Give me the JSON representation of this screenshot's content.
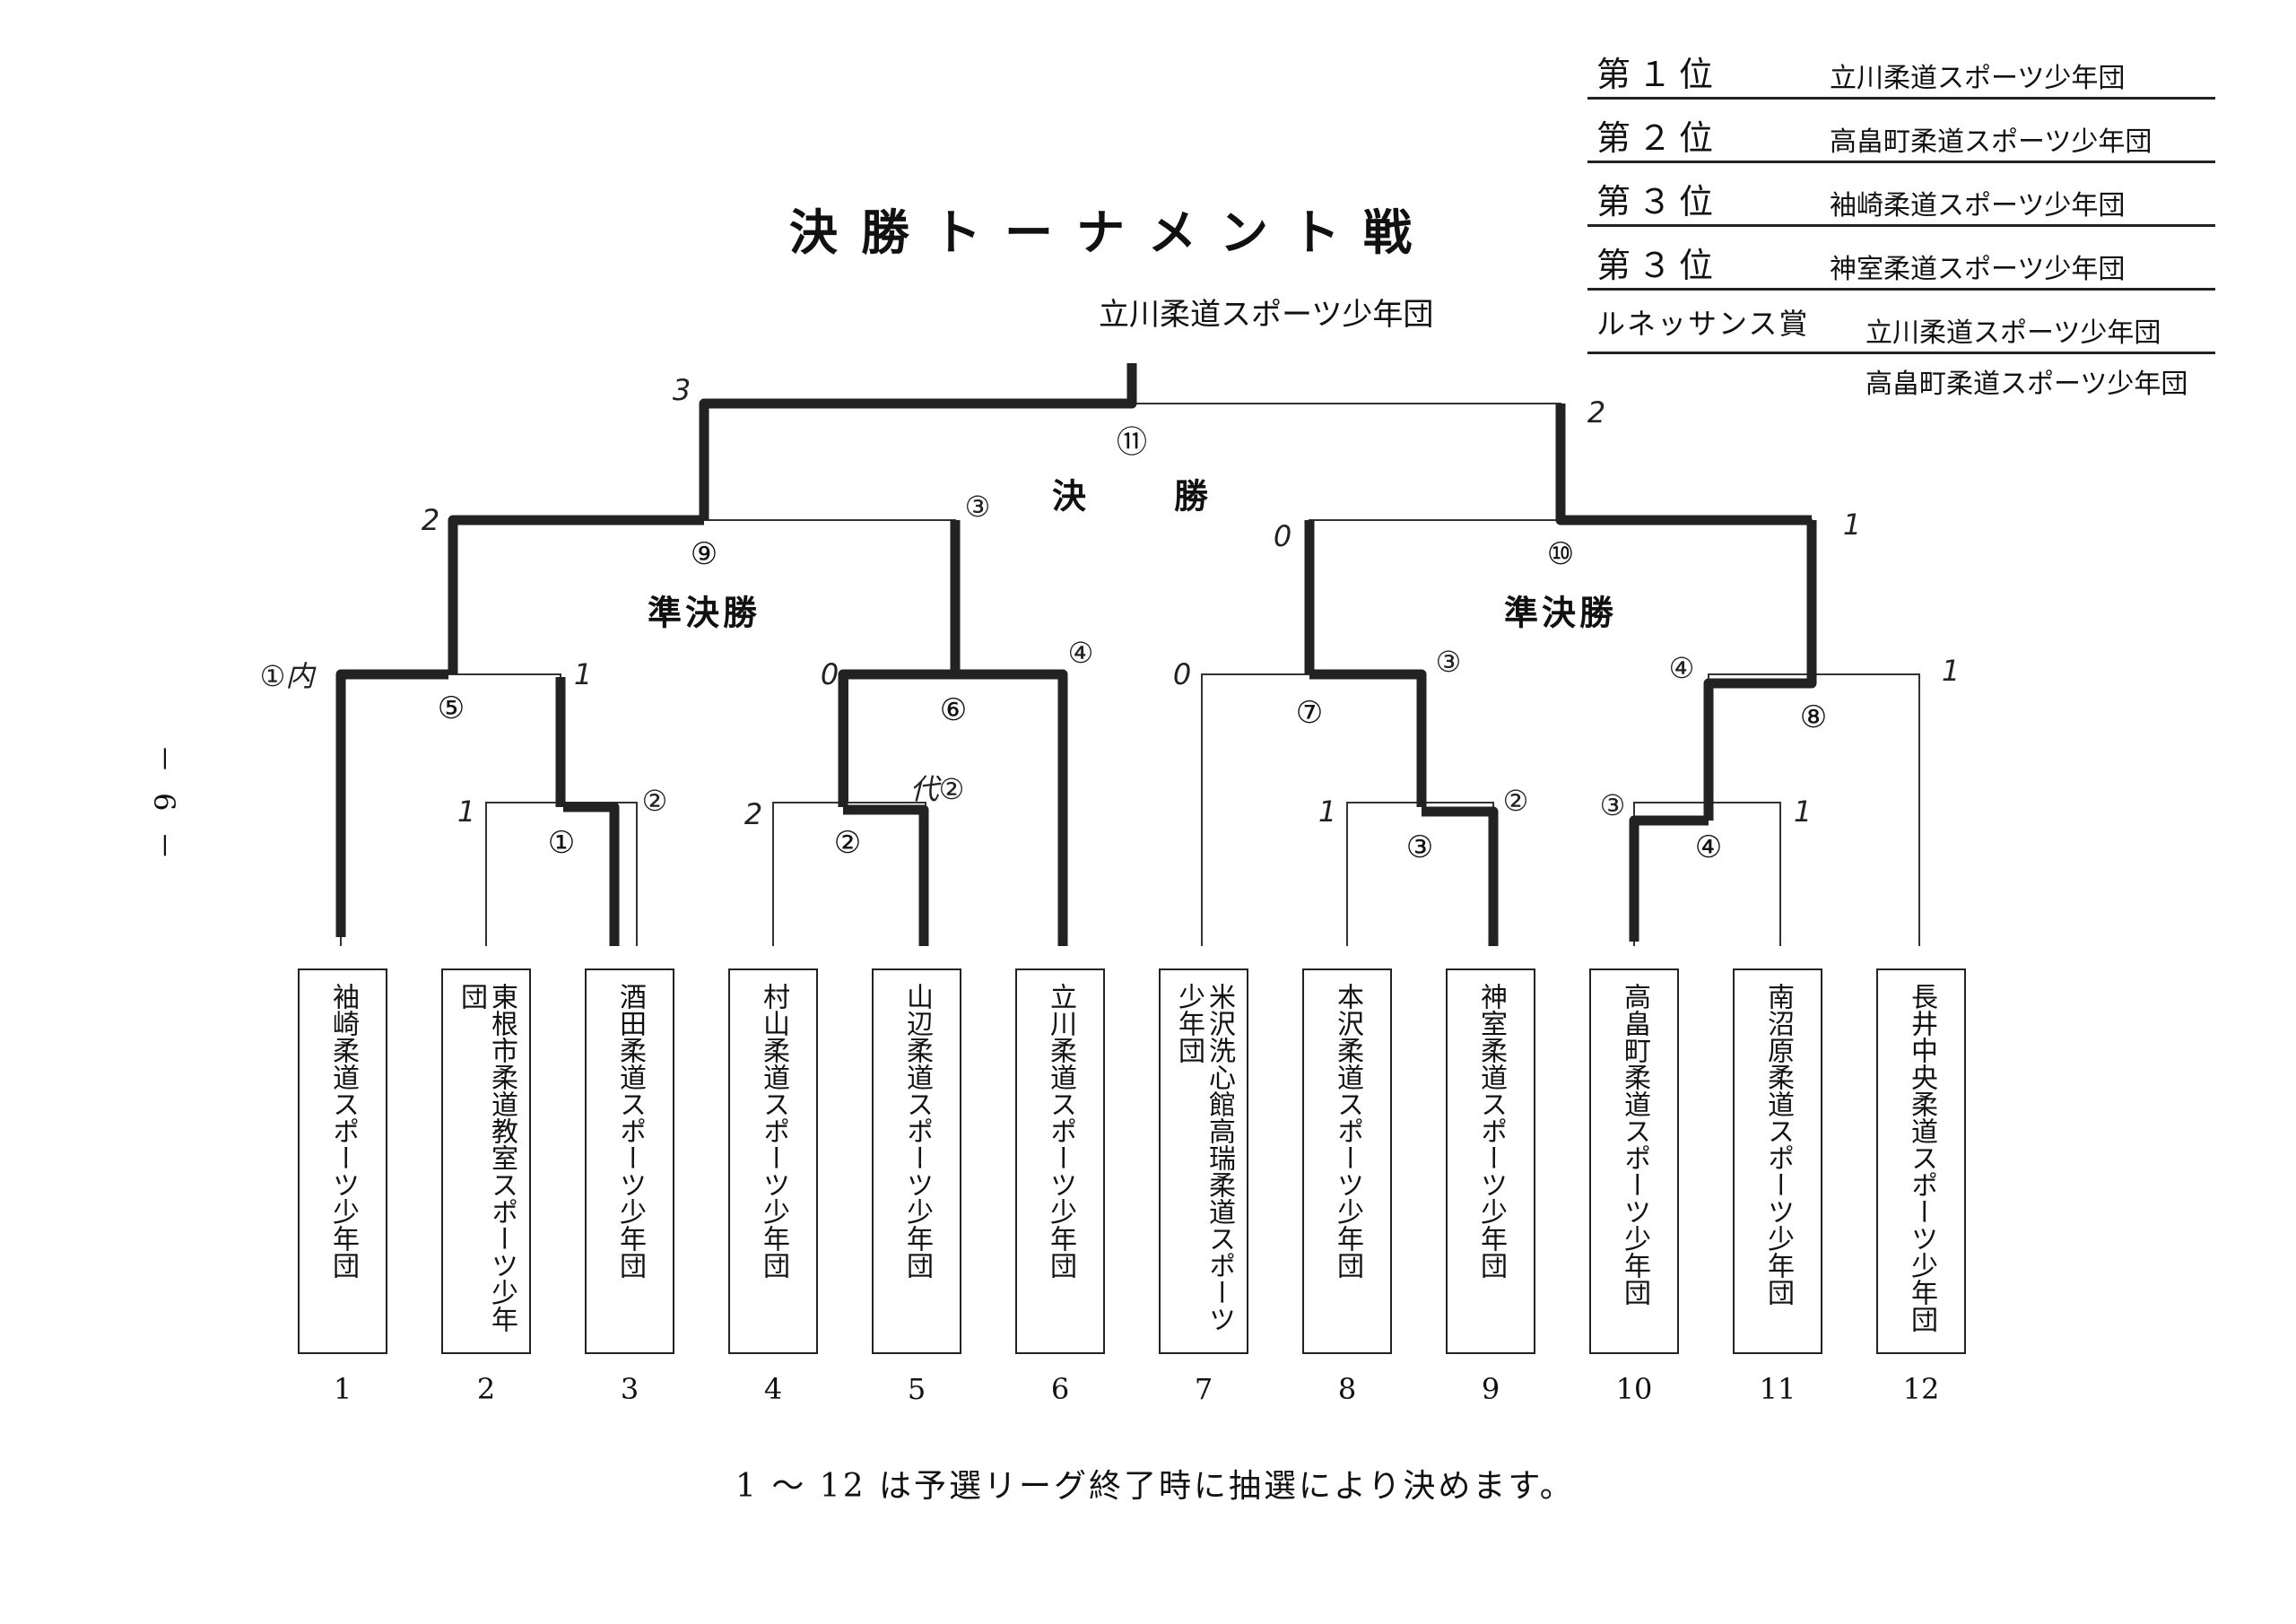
{
  "document": {
    "title": "決勝トーナメント戦",
    "page_number": "－ 6 －",
    "footnote": "1 〜 12 は予選リーグ終了時に抽選により決めます。"
  },
  "results": [
    {
      "rank": "第１位",
      "team": "立川柔道スポーツ少年団"
    },
    {
      "rank": "第２位",
      "team": "高畠町柔道スポーツ少年団"
    },
    {
      "rank": "第３位",
      "team": "袖崎柔道スポーツ少年団"
    },
    {
      "rank": "第３位",
      "team": "神室柔道スポーツ少年団"
    },
    {
      "rank": "ルネッサンス賞",
      "team": "立川柔道スポーツ少年団"
    }
  ],
  "results_extra": "高畠町柔道スポーツ少年団",
  "final": {
    "label": "決　勝",
    "match": "⑪",
    "winner": "立川柔道スポーツ少年団",
    "score_left": "3",
    "score_right": "2"
  },
  "semifinals": [
    {
      "label": "準決勝",
      "match": "⑨",
      "score_left": "2",
      "score_right": "③"
    },
    {
      "label": "準決勝",
      "match": "⑩",
      "score_left": "0",
      "score_right": "1"
    }
  ],
  "quarterfinals": [
    {
      "match": "⑤",
      "score_left": "①内",
      "score_right": "1"
    },
    {
      "match": "⑥",
      "score_left": "0",
      "score_right": "④"
    },
    {
      "match": "⑦",
      "score_left": "0",
      "score_right": "③"
    },
    {
      "match": "⑧",
      "score_left": "④",
      "score_right": "1"
    }
  ],
  "first_round": [
    {
      "match": "①",
      "score_left": "1",
      "score_right": "②"
    },
    {
      "match": "②",
      "score_left": "2",
      "score_right": "代②"
    },
    {
      "match": "③",
      "score_left": "1",
      "score_right": "②"
    },
    {
      "match": "④",
      "score_left": "③",
      "score_right": "1"
    }
  ],
  "teams": [
    {
      "seed": "1",
      "name": "袖崎柔道スポーツ少年団"
    },
    {
      "seed": "2",
      "name": "東根市柔道教室スポーツ少年団"
    },
    {
      "seed": "3",
      "name": "酒田柔道スポーツ少年団"
    },
    {
      "seed": "4",
      "name": "村山柔道スポーツ少年団"
    },
    {
      "seed": "5",
      "name": "山辺柔道スポーツ少年団"
    },
    {
      "seed": "6",
      "name": "立川柔道スポーツ少年団"
    },
    {
      "seed": "7",
      "name": "米沢洗心館高瑞柔道スポーツ少年団"
    },
    {
      "seed": "8",
      "name": "本沢柔道スポーツ少年団"
    },
    {
      "seed": "9",
      "name": "神室柔道スポーツ少年団"
    },
    {
      "seed": "10",
      "name": "高畠町柔道スポーツ少年団"
    },
    {
      "seed": "11",
      "name": "南沼原柔道スポーツ少年団"
    },
    {
      "seed": "12",
      "name": "長井中央柔道スポーツ少年団"
    }
  ]
}
